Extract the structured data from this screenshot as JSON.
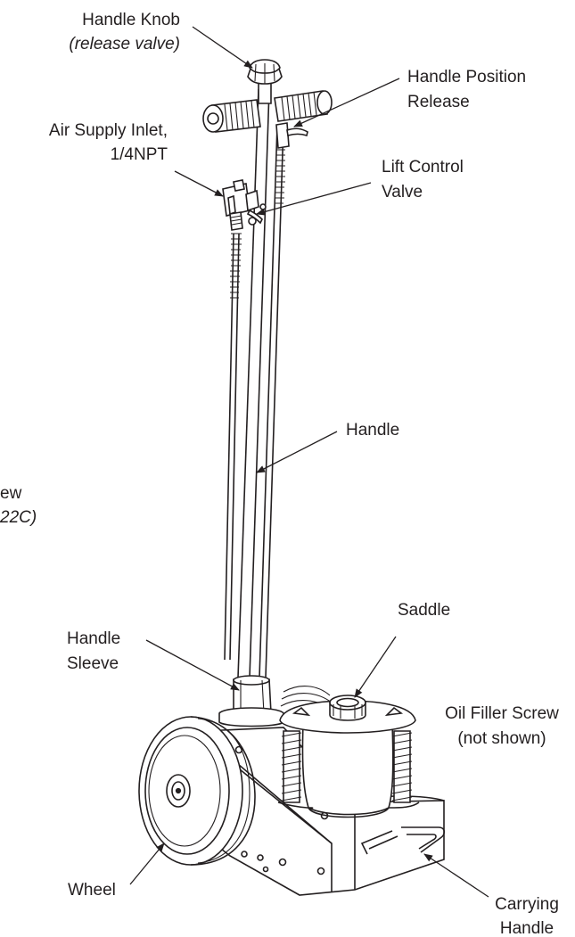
{
  "labels": {
    "handle_knob": "Handle Knob",
    "handle_knob_sub": "(release valve)",
    "handle_position_release_1": "Handle Position",
    "handle_position_release_2": "Release",
    "air_supply_inlet_1": "Air Supply Inlet,",
    "air_supply_inlet_2": "1/4NPT",
    "lift_control_valve_1": "Lift Control",
    "lift_control_valve_2": "Valve",
    "handle": "Handle",
    "cut_off_1": "ew",
    "cut_off_2": "22C)",
    "saddle": "Saddle",
    "handle_sleeve_1": "Handle",
    "handle_sleeve_2": "Sleeve",
    "oil_filler_screw_1": "Oil Filler Screw",
    "oil_filler_screw_2": "(not shown)",
    "wheel": "Wheel",
    "carrying_handle_1": "Carrying",
    "carrying_handle_2": "Handle"
  },
  "colors": {
    "line": "#231f20",
    "background": "#ffffff"
  }
}
